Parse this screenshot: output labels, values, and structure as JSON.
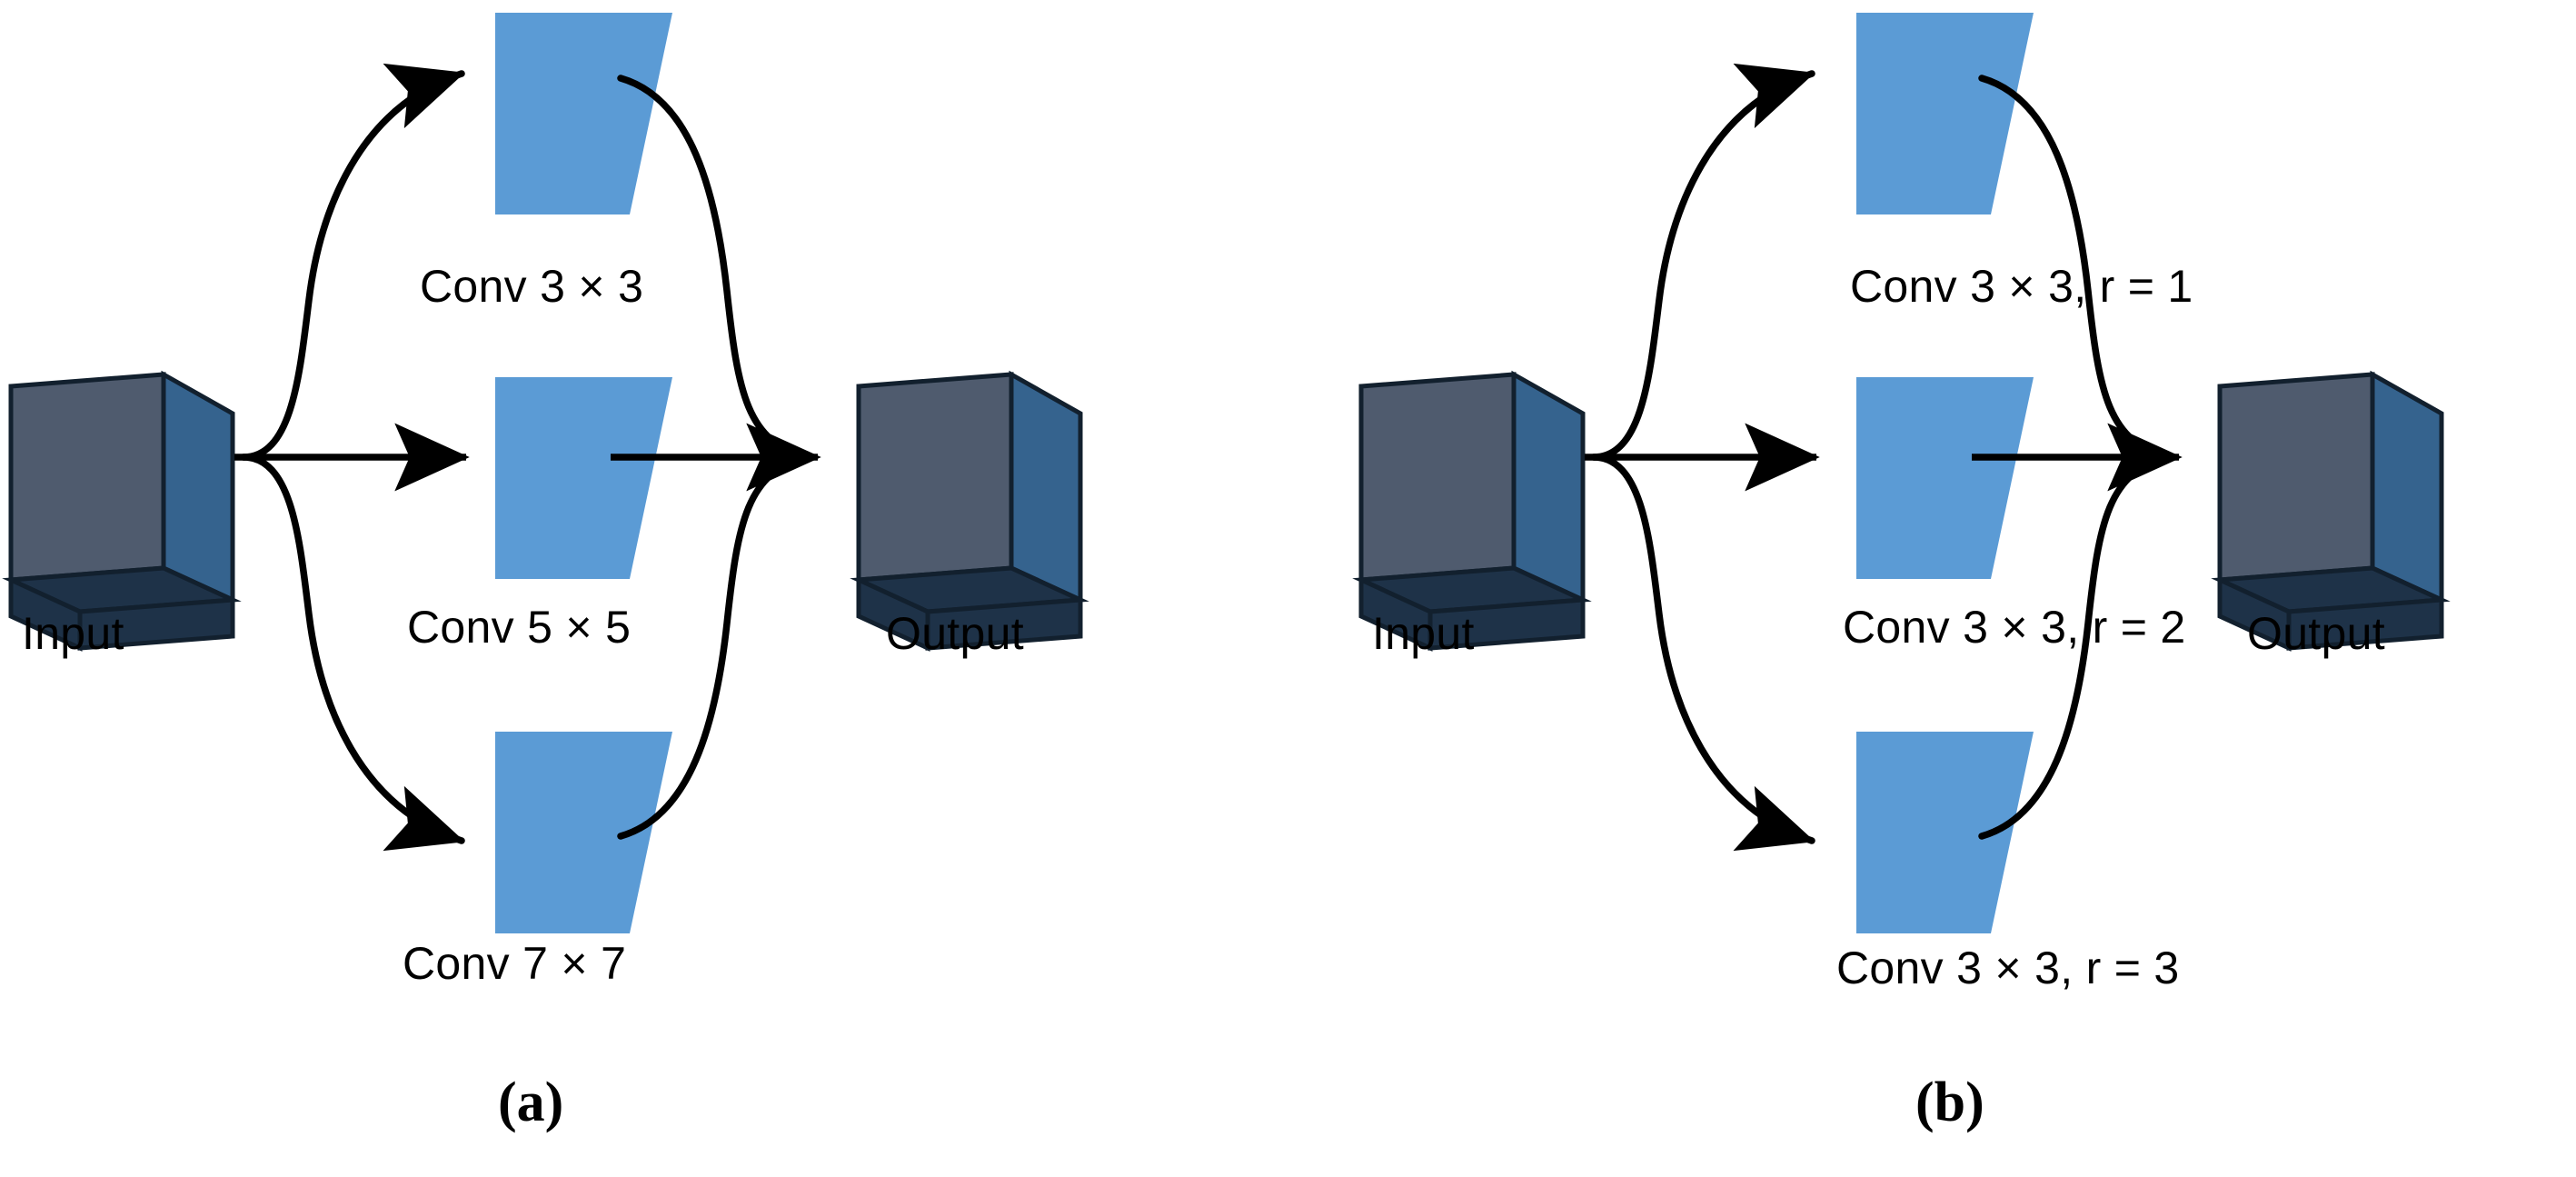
{
  "figure": {
    "type": "diagram",
    "background_color": "#ffffff",
    "panel_count": 2
  },
  "palette": {
    "cube_top_face": "#4F5B6E",
    "cube_side_face": "#35638E",
    "cube_bottom_face": "#1E3248",
    "cube_outline": "#12202E",
    "feature_map_blue": "#5B9BD5",
    "arrow_color": "#000000",
    "text_color": "#000000"
  },
  "panels": [
    {
      "id": "a",
      "caption": "(a)",
      "input_label": "Input",
      "output_label": "Output",
      "branches": [
        {
          "label": "Conv 3 × 3",
          "position": "top"
        },
        {
          "label": "Conv 5 × 5",
          "position": "middle"
        },
        {
          "label": "Conv 7 × 7",
          "position": "bottom"
        }
      ]
    },
    {
      "id": "b",
      "caption": "(b)",
      "input_label": "Input",
      "output_label": "Output",
      "branches": [
        {
          "label": "Conv 3 × 3, r = 1",
          "position": "top"
        },
        {
          "label": "Conv 3 × 3, r = 2",
          "position": "middle"
        },
        {
          "label": "Conv 3 × 3, r = 3",
          "position": "bottom"
        }
      ]
    }
  ]
}
